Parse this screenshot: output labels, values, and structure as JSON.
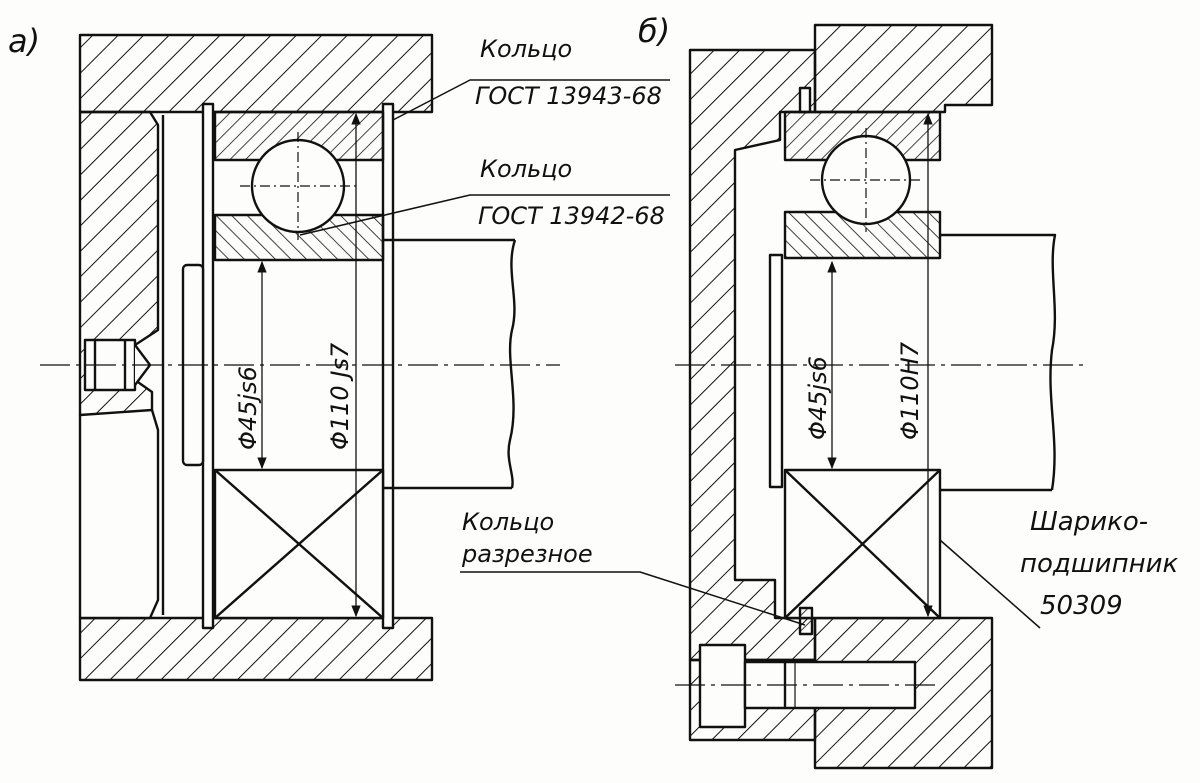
{
  "drawing_a": {
    "label": "а)",
    "dim_inner": "Φ45js6",
    "dim_outer": "Φ110 Js7",
    "callout_top_1": "Кольцо",
    "callout_top_2": "ГОСТ 13943-68",
    "callout_mid_1": "Кольцо",
    "callout_mid_2": "ГОСТ 13942-68"
  },
  "drawing_b": {
    "label": "б)",
    "dim_inner": "Φ45js6",
    "dim_outer": "Φ110H7",
    "callout_ring_1": "Кольцо",
    "callout_ring_2": "разрезное",
    "callout_bearing_1": "Шарико-",
    "callout_bearing_2": "подшипник",
    "callout_bearing_3": "50309"
  },
  "colors": {
    "ink": "#111111",
    "paper": "#fdfdfb"
  }
}
